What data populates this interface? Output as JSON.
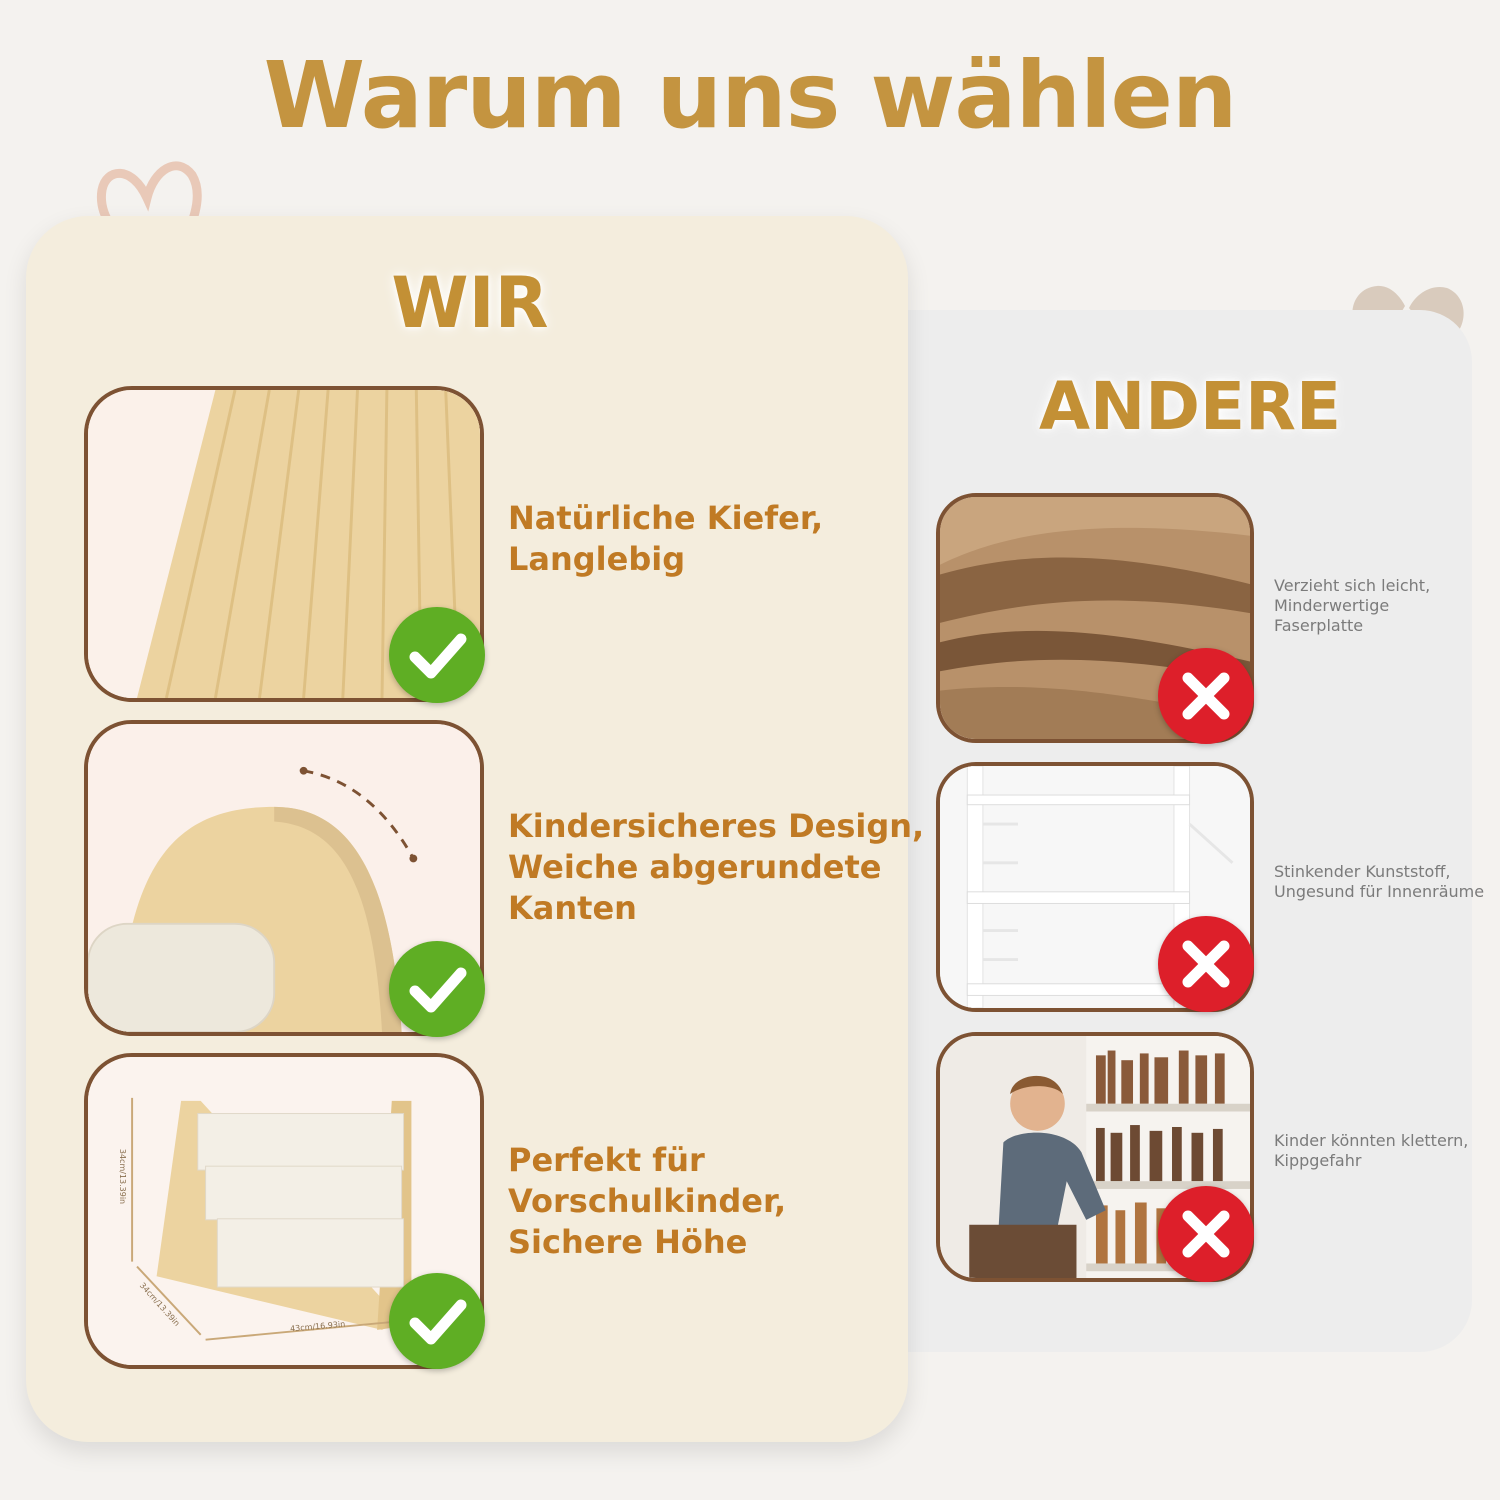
{
  "title": "Warum uns wählen",
  "wir": {
    "heading": "WIR",
    "items": [
      {
        "lines": [
          "Natürliche Kiefer,",
          "Langlebig"
        ],
        "image": "pine-wood-grain",
        "badge": "check-icon"
      },
      {
        "lines": [
          "Kindersicheres Design,",
          "Weiche abgerundete",
          "Kanten"
        ],
        "image": "rounded-wooden-edge",
        "badge": "check-icon"
      },
      {
        "lines": [
          "Perfekt für",
          "Vorschulkinder,",
          "Sichere Höhe"
        ],
        "image": "bookshelf-dimensions",
        "badge": "check-icon",
        "dimensions": [
          "34cm/13.39in",
          "34cm/13.39in",
          "43cm/16.93in"
        ]
      }
    ]
  },
  "andere": {
    "heading": "ANDERE",
    "items": [
      {
        "lines": [
          "Verzieht sich leicht,",
          "Minderwertige",
          "Faserplatte"
        ],
        "image": "fiberboard-closeup",
        "badge": "cross-icon"
      },
      {
        "lines": [
          "Stinkender Kunststoff,",
          "Ungesund für Innenräume"
        ],
        "image": "plastic-shelf",
        "badge": "cross-icon"
      },
      {
        "lines": [
          "Kinder könnten klettern,",
          "Kippgefahr"
        ],
        "image": "child-climbing-bookshelf",
        "badge": "cross-icon"
      }
    ]
  },
  "colors": {
    "title": "#c49440",
    "wir_text": "#c07a24",
    "frame": "#7d5233",
    "check": "#5fae24",
    "cross": "#dd1f2a"
  }
}
